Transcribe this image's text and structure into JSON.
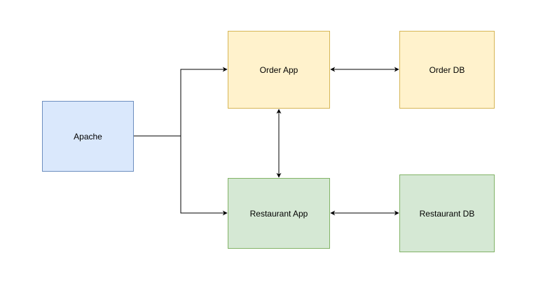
{
  "diagram": {
    "nodes": {
      "apache": {
        "label": "Apache",
        "fill": "#dae8fc",
        "stroke": "#6c8ebf"
      },
      "order_app": {
        "label": "Order App",
        "fill": "#fff2cc",
        "stroke": "#d6b656"
      },
      "order_db": {
        "label": "Order DB",
        "fill": "#fff2cc",
        "stroke": "#d6b656"
      },
      "restaurant_app": {
        "label": "Restaurant App",
        "fill": "#d5e8d4",
        "stroke": "#82b366"
      },
      "restaurant_db": {
        "label": "Restaurant DB",
        "fill": "#d5e8d4",
        "stroke": "#82b366"
      }
    },
    "edges": [
      {
        "from": "apache",
        "to": "order_app",
        "direction": "forward"
      },
      {
        "from": "apache",
        "to": "restaurant_app",
        "direction": "forward"
      },
      {
        "from": "order_app",
        "to": "order_db",
        "direction": "both"
      },
      {
        "from": "order_app",
        "to": "restaurant_app",
        "direction": "both"
      },
      {
        "from": "restaurant_app",
        "to": "restaurant_db",
        "direction": "both"
      }
    ],
    "edge_color": "#000000"
  }
}
